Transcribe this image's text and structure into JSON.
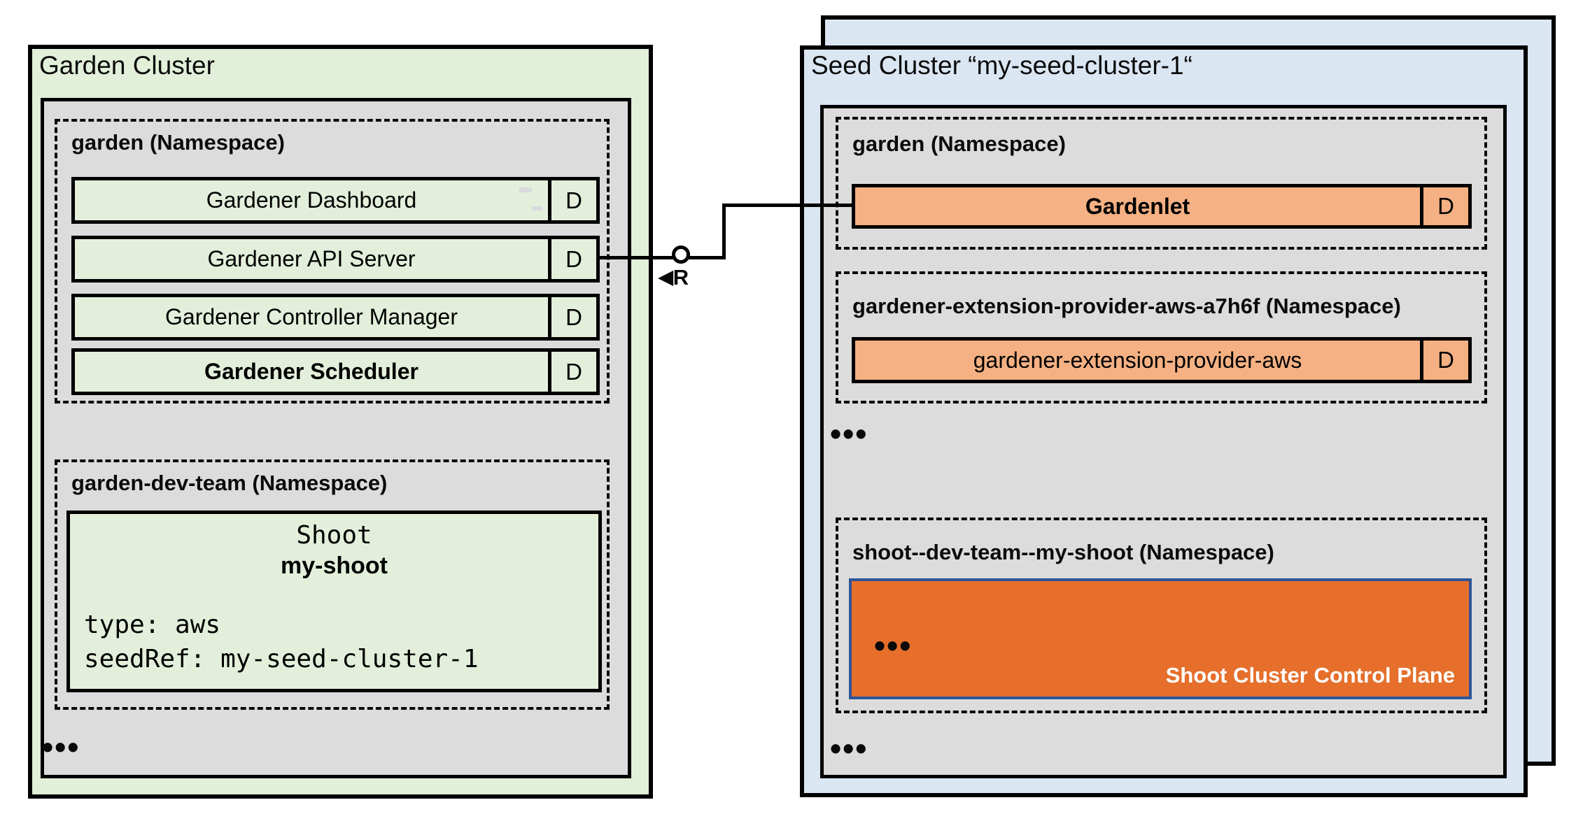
{
  "colors": {
    "garden_fill": "#e2efd9",
    "seed_fill": "#dbe6f3",
    "inner_gray": "#dcdcdc",
    "row_green": "#e3efdb",
    "accent_orange": "#f5b183",
    "control_plane_orange": "#e56f2b",
    "control_plane_border": "#2f5597"
  },
  "garden_cluster": {
    "title": "Garden Cluster",
    "namespace_garden": {
      "label": "garden (Namespace)",
      "rows": [
        {
          "label": "Gardener Dashboard",
          "badge": "D"
        },
        {
          "label": "Gardener API Server",
          "badge": "D"
        },
        {
          "label": "Gardener Controller Manager",
          "badge": "D"
        },
        {
          "label": "Gardener Scheduler",
          "badge": "D"
        }
      ]
    },
    "namespace_dev_team": {
      "label": "garden-dev-team (Namespace)",
      "shoot_card": {
        "kind": "Shoot",
        "name": "my-shoot",
        "spec_lines": [
          "type: aws",
          "seedRef: my-seed-cluster-1"
        ]
      }
    },
    "ellipsis": "•••"
  },
  "connector": {
    "arrow": "◀",
    "label": "R"
  },
  "seed_cluster": {
    "title": "Seed Cluster “my-seed-cluster-1“",
    "namespace_garden": {
      "label": "garden (Namespace)",
      "row": {
        "label": "Gardenlet",
        "badge": "D"
      }
    },
    "namespace_extension": {
      "label": "gardener-extension-provider-aws-a7h6f (Namespace)",
      "row": {
        "label": "gardener-extension-provider-aws",
        "badge": "D"
      }
    },
    "ellipsis_mid": "•••",
    "namespace_shoot": {
      "label": "shoot--dev-team--my-shoot (Namespace)",
      "control_plane": {
        "ellipsis": "•••",
        "label": "Shoot Cluster Control Plane"
      }
    },
    "ellipsis_bottom": "•••"
  }
}
